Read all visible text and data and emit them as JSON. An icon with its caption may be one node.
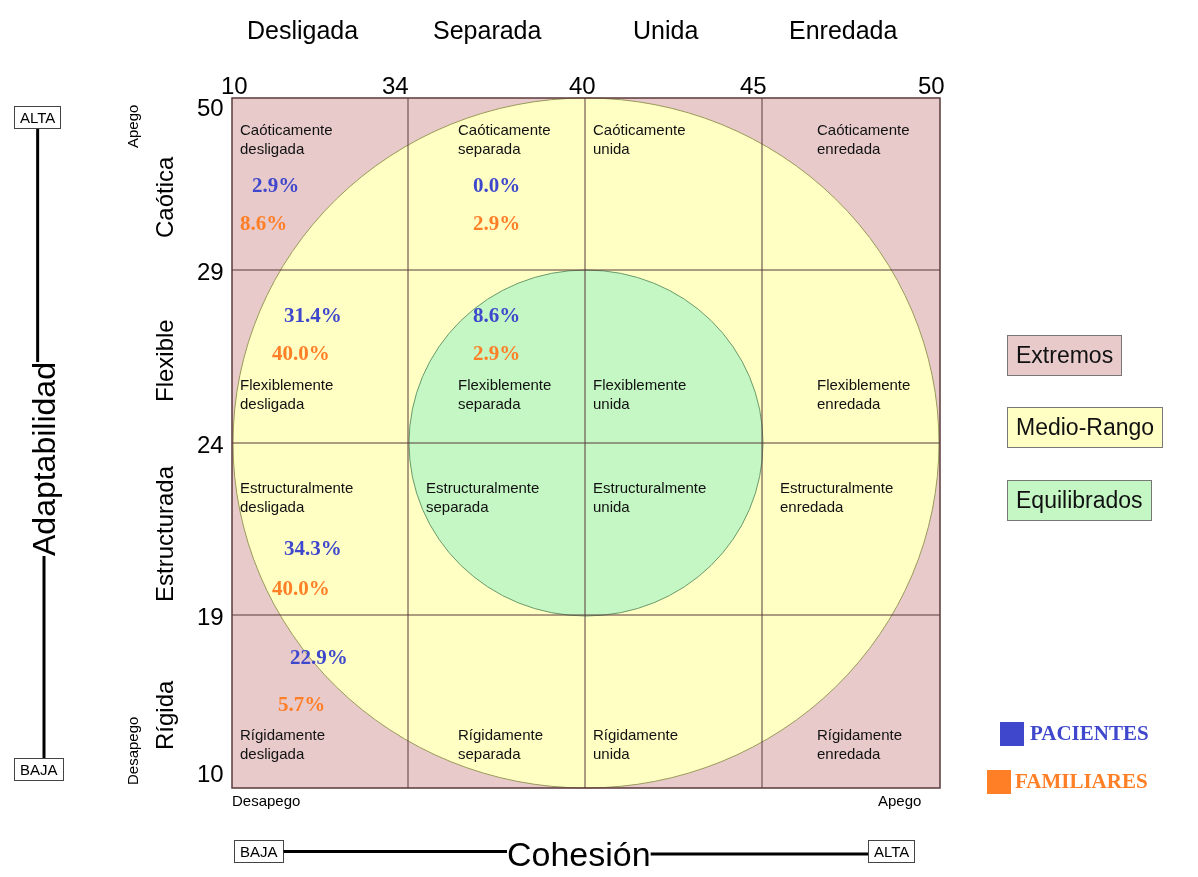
{
  "diagram": {
    "nodes": [
      {
        "text": [
          "Caóticamente desligada",
          "2.9%",
          "8.6%"
        ]
      },
      {
        "text": [
          "Caóticamente separada",
          "0.0%",
          "2.9%"
        ]
      },
      {
        "text": [
          "Caóticamente unida"
        ]
      },
      {
        "text": [
          "Caóticamente enredada"
        ]
      },
      {
        "text": [
          "31.4%",
          "40.0%",
          "Flexiblemente desligada"
        ]
      },
      {
        "text": [
          "8.6%",
          "2.9%",
          "Flexiblemente separada"
        ]
      },
      {
        "text": [
          "Flexiblemente unida"
        ]
      },
      {
        "text": [
          "Flexiblemente enredada"
        ]
      },
      {
        "text": [
          "Estructuralmente desligada",
          "34.3%",
          "40.0%"
        ]
      },
      {
        "text": [
          "Estructuralmente separada"
        ]
      },
      {
        "text": [
          "Estructuralmente unida"
        ]
      },
      {
        "text": [
          "Estructuralmente enredada"
        ]
      },
      {
        "text": [
          "22.9%",
          "5.7%",
          "Rígidamente desligada"
        ]
      },
      {
        "text": [
          "Rígidamente separada"
        ]
      },
      {
        "text": [
          "Rígidamente unida"
        ]
      },
      {
        "text": [
          "Rígidamente enredada"
        ]
      },
      {
        "text": [
          "ALTA"
        ]
      },
      {
        "text": [
          "Adaptabilidad"
        ]
      },
      {
        "text": [
          "BAJA"
        ]
      },
      {
        "text": [
          "BAJA"
        ]
      },
      {
        "text": [
          "Cohesión"
        ]
      },
      {
        "text": [
          "ALTA"
        ]
      }
    ],
    "edges": [
      {
        "from": 16,
        "to": 17,
        "arrow": "none"
      },
      {
        "from": 17,
        "to": 18,
        "arrow": "none"
      },
      {
        "from": 19,
        "to": 20,
        "arrow": "none"
      },
      {
        "from": 20,
        "to": 21,
        "arrow": "none"
      }
    ],
    "labels": [
      "Desligada",
      "Separada",
      "Unida",
      "Enredada",
      "10",
      "34",
      "40",
      "45",
      "50",
      "50",
      "29",
      "24",
      "19",
      "10",
      "Apego",
      "Caótica",
      "Flexible",
      "Estructurada",
      "Rígida",
      "Desapego",
      "Desapego",
      "Apego"
    ],
    "legend": [
      {
        "text": "Extremos",
        "color": "#e8cacb"
      },
      {
        "text": "Medio-Rango",
        "color": "#ffffc4"
      },
      {
        "text": "Equilibrados",
        "color": "#c4f7c4"
      },
      {
        "text": "PACIENTES",
        "color": "#3f48cc"
      },
      {
        "text": "FAMILIARES",
        "color": "#ff7f27"
      }
    ]
  }
}
